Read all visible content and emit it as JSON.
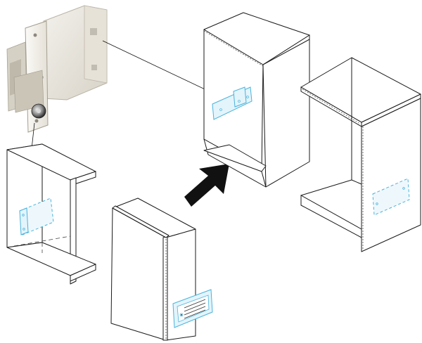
{
  "diagram": {
    "parts": [
      {
        "id": "hinge-mechanism",
        "kind": "photo-part"
      },
      {
        "id": "cabinet-side-panel-left",
        "kind": "line-art"
      },
      {
        "id": "cabinet-tall-center",
        "kind": "line-art"
      },
      {
        "id": "cabinet-open-top-middle",
        "kind": "line-art"
      },
      {
        "id": "cabinet-open-right",
        "kind": "line-art"
      }
    ],
    "arrow": {
      "direction": "up-right"
    },
    "colors": {
      "outline": "#1a1a1a",
      "fitting_highlight": "#4ab3dc",
      "fitting_fill": "#e3f4fb",
      "mechanism_body": "#ece8df"
    }
  }
}
